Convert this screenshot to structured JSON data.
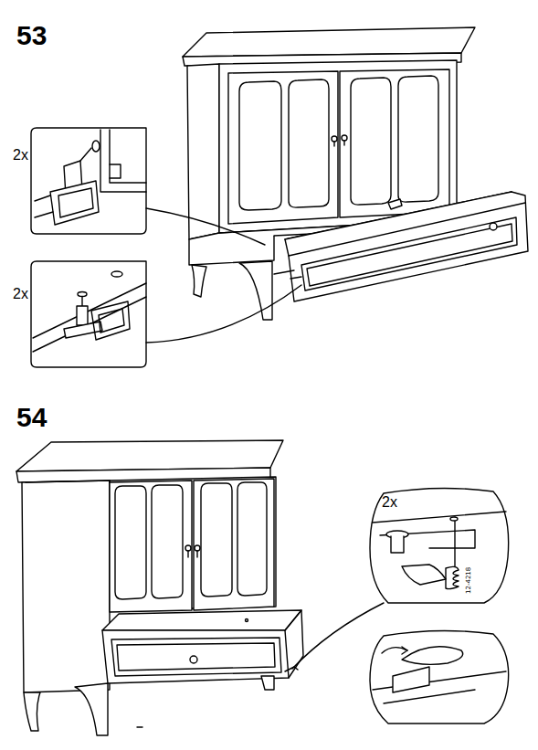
{
  "diagram": {
    "labels": [
      "53",
      "2x",
      "2x",
      "54",
      "2x",
      "12-4218"
    ]
  }
}
